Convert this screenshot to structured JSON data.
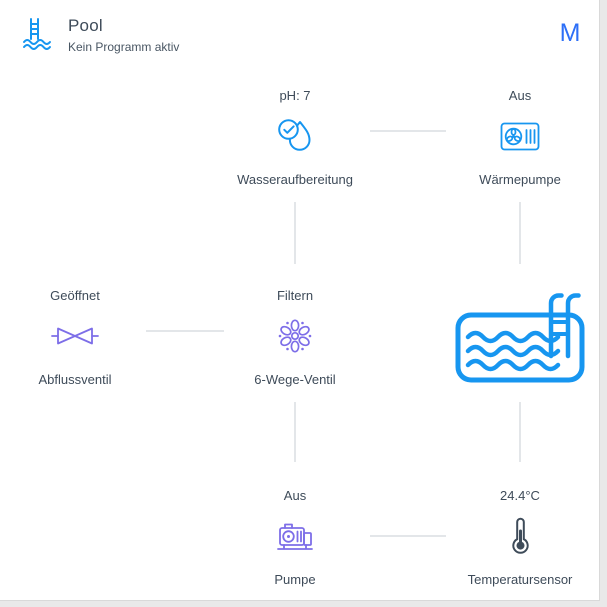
{
  "header": {
    "title": "Pool",
    "subtitle": "Kein Programm aktiv",
    "mode_button_label": "M",
    "icon": "pool-header-icon"
  },
  "colors": {
    "accent_blue": "#1796F0",
    "accent_purple": "#7D6EE8",
    "mode_blue": "#2D6FF7",
    "text_dark": "#3E4B59",
    "connector_gray": "#E3E6E9"
  },
  "nodes": {
    "wasseraufbereitung": {
      "status": "pH: 7",
      "label": "Wasseraufbereitung",
      "icon": "water-treatment-icon"
    },
    "waermepumpe": {
      "status": "Aus",
      "label": "Wärmepumpe",
      "icon": "heat-pump-icon"
    },
    "abflussventil": {
      "status": "Geöffnet",
      "label": "Abflussventil",
      "icon": "drain-valve-icon"
    },
    "sechswegeventil": {
      "status": "Filtern",
      "label": "6-Wege-Ventil",
      "icon": "six-way-valve-icon"
    },
    "pool": {
      "icon": "pool-icon"
    },
    "pumpe": {
      "status": "Aus",
      "label": "Pumpe",
      "icon": "pump-icon"
    },
    "temperatursensor": {
      "status": "24.4°C",
      "label": "Temperatursensor",
      "icon": "thermometer-icon"
    }
  }
}
